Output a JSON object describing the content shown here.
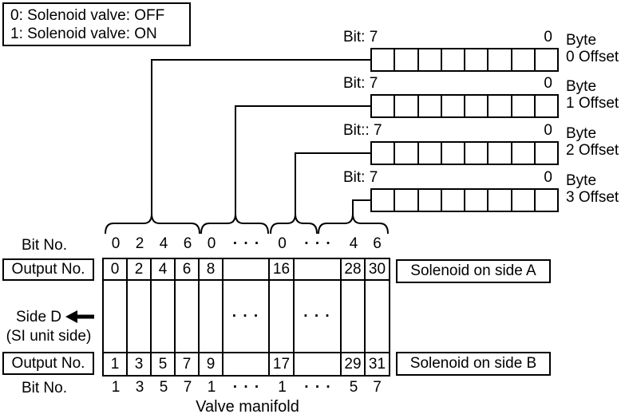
{
  "legend": {
    "line1": "0: Solenoid valve: OFF",
    "line2": "1: Solenoid valve: ON"
  },
  "bytes": [
    {
      "bit_label": "Bit: 7",
      "bit_right": "0",
      "name_line": "Byte",
      "offset_line": "0 Offset"
    },
    {
      "bit_label": "Bit: 7",
      "bit_right": "0",
      "name_line": "Byte",
      "offset_line": "1 Offset"
    },
    {
      "bit_label": "Bit:: 7",
      "bit_right": "0",
      "name_line": "Byte",
      "offset_line": "2 Offset"
    },
    {
      "bit_label": "Bit: 7",
      "bit_right": "0",
      "name_line": "Byte",
      "offset_line": "3 Offset"
    }
  ],
  "manifold": {
    "bit_no_top": "Bit No.",
    "bit_no_bottom": "Bit No.",
    "output_no_top": "Output No.",
    "output_no_bottom": "Output No.",
    "top_bits": [
      "0",
      "2",
      "4",
      "6",
      "0",
      "· · ·",
      "0",
      "· · ·",
      "4",
      "6"
    ],
    "row_a": [
      "0",
      "2",
      "4",
      "6",
      "8",
      "",
      "16",
      "",
      "28",
      "30"
    ],
    "middle": [
      "",
      "",
      "",
      "",
      "",
      "· · ·",
      "",
      "· · ·",
      "",
      ""
    ],
    "row_b": [
      "1",
      "3",
      "5",
      "7",
      "9",
      "",
      "17",
      "",
      "29",
      "31"
    ],
    "bottom_bits": [
      "1",
      "3",
      "5",
      "7",
      "1",
      "· · ·",
      "1",
      "· · ·",
      "5",
      "7"
    ],
    "side_a": "Solenoid on side A",
    "side_b": "Solenoid on side B",
    "side_d": "Side D",
    "si_unit": "(SI unit side)",
    "caption": "Valve manifold"
  },
  "colors": {
    "line": "#000000",
    "background": "#ffffff"
  }
}
